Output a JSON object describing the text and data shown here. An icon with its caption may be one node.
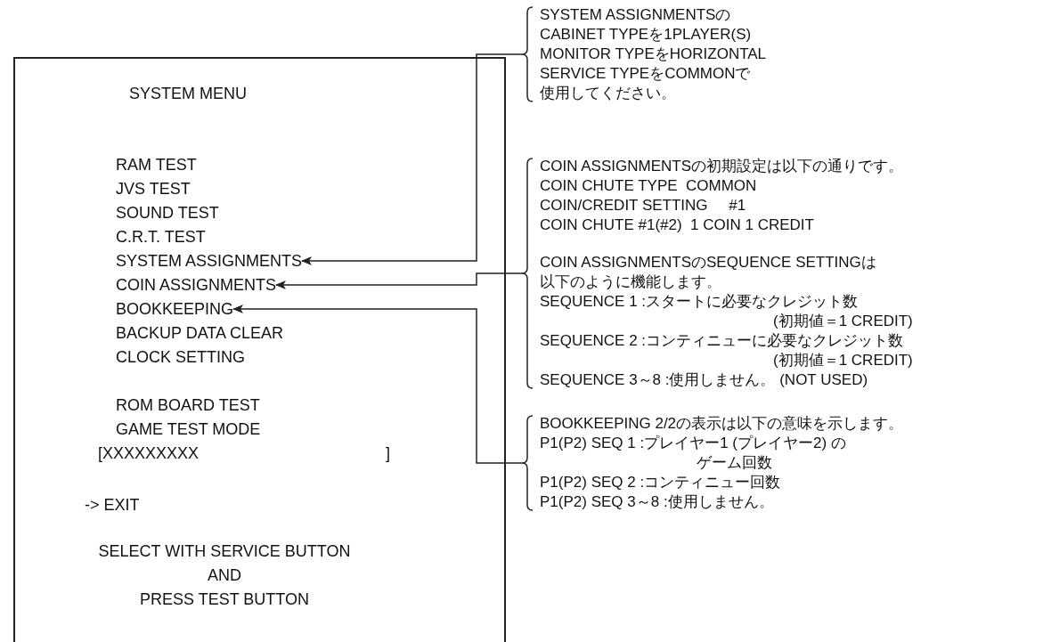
{
  "diagram": {
    "nodes": [
      {
        "text": [
          "SYSTEM MENU",
          "RAM TEST",
          "JVS TEST",
          "SOUND TEST",
          "C.R.T. TEST",
          "BACKUP DATA CLEAR",
          "CLOCK SETTING",
          "ROM BOARD TEST",
          "GAME TEST MODE",
          "[XXXXXXXXX ]",
          "-> EXIT",
          "SELECT WITH SERVICE BUTTON",
          "AND",
          "PRESS TEST BUTTON"
        ]
      },
      {
        "text": [
          "SYSTEM ASSIGNMENTS"
        ],
        "in": 0
      },
      {
        "text": [
          "COIN ASSIGNMENTS"
        ],
        "in": 0
      },
      {
        "text": [
          "BOOKKEEPING"
        ],
        "in": 0
      },
      {
        "text": [
          "SYSTEM ASSIGNMENTSの",
          "CABINET TYPEを1PLAYER(S)",
          "MONITOR TYPEをHORIZONTAL",
          "SERVICE TYPEをCOMMONで",
          "使用してください。"
        ]
      },
      {
        "text": [
          "COIN ASSIGNMENTSの初期設定は以下の通りです。",
          "COIN CHUTE TYPE  COMMON",
          "COIN/CREDIT SETTING     #1",
          "COIN CHUTE #1(#2)  1 COIN 1 CREDIT",
          "COIN ASSIGNMENTSのSEQUENCE SETTINGは",
          "以下のように機能します。",
          "SEQUENCE 1 :スタートに必要なクレジット数",
          "(初期値＝1 CREDIT)",
          "SEQUENCE 2 :コンティニューに必要なクレジット数",
          "(初期値＝1 CREDIT)",
          "SEQUENCE 3～8 :使用しません。 (NOT USED)"
        ]
      },
      {
        "text": [
          "BOOKKEEPING 2/2の表示は以下の意味を示します。",
          "P1(P2) SEQ 1 :プレイヤー1 (プレイヤー2) の",
          "ゲーム回数",
          "P1(P2) SEQ 2 :コンティニュー回数",
          "P1(P2) SEQ 3～8 :使用しません。"
        ]
      }
    ],
    "edges": [
      {
        "from": 4,
        "to": 1,
        "arrow": "to"
      },
      {
        "from": 5,
        "to": 2,
        "arrow": "to"
      },
      {
        "from": 6,
        "to": 3,
        "arrow": "to"
      }
    ]
  }
}
